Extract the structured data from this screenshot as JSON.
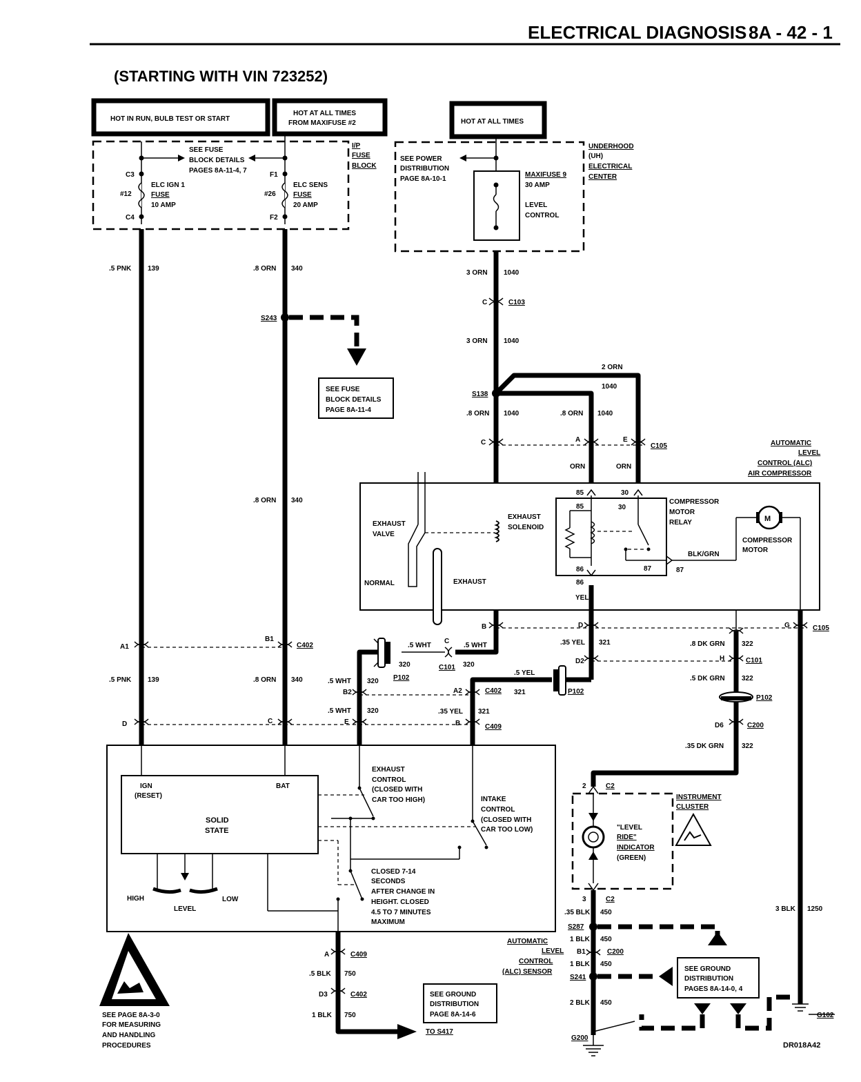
{
  "header": {
    "title": "ELECTRICAL DIAGNOSIS",
    "page": "8A - 42 - 1"
  },
  "subtitle": "(STARTING WITH VIN 723252)",
  "power": {
    "run": "HOT IN RUN, BULB TEST OR START",
    "maxifuse_1": "HOT AT ALL TIMES",
    "maxifuse_2": "FROM MAXIFUSE #2",
    "all": "HOT AT ALL TIMES"
  },
  "fuse_block": {
    "label": [
      "I/P",
      "FUSE",
      "BLOCK"
    ],
    "see": [
      "SEE FUSE",
      "BLOCK DETAILS",
      "PAGES 8A-11-4, 7"
    ],
    "fuse12": {
      "top": "C3",
      "bottom": "C4",
      "num": "#12",
      "name": [
        "ELC IGN 1",
        "FUSE",
        "10 AMP"
      ]
    },
    "fuse26": {
      "top": "F1",
      "bottom": "F2",
      "num": "#26",
      "name": [
        "ELC SENS",
        "FUSE",
        "20 AMP"
      ]
    }
  },
  "uh": {
    "label": [
      "UNDERHOOD",
      "(UH)",
      "ELECTRICAL",
      "CENTER"
    ],
    "see": [
      "SEE POWER",
      "DISTRIBUTION",
      "PAGE 8A-10-1"
    ],
    "maxifuse": [
      "MAXIFUSE 9",
      "30 AMP"
    ],
    "fuse_name": [
      "LEVEL",
      "CONTROL"
    ]
  },
  "wires": {
    "pnk139": ".5 PNK",
    "n139": "139",
    "orn340": ".8 ORN",
    "n340": "340",
    "orn1040_3": "3 ORN",
    "n1040": "1040",
    "orn1040_2": "2 ORN",
    "orn1040_08": ".8 ORN",
    "orn": "ORN",
    "yel": "YEL",
    "blkgrn": "BLK/GRN",
    "wht320_35": ".5 WHT",
    "n320": "320",
    "yel35": ".35 YEL",
    "n321": "321",
    "yel5": ".5 YEL",
    "dkgrn8": ".8 DK GRN",
    "n322": "322",
    "dkgrn5": ".5 DK GRN",
    "dkgrn35": ".35 DK GRN",
    "blk35": ".35 BLK",
    "n450": "450",
    "blk1": "1 BLK",
    "blk2": "2 BLK",
    "blk3": "3 BLK",
    "n1250": "1250",
    "blk5": ".5 BLK",
    "n750": "750"
  },
  "splices": {
    "s243": "S243",
    "s138": "S138",
    "s287": "S287",
    "s241": "S241"
  },
  "connectors": {
    "c103": "C103",
    "c105": "C105",
    "c101": "C101",
    "c402": "C402",
    "c409": "C409",
    "c2": "C2",
    "c200": "C200",
    "p102": "P102",
    "A": "A",
    "B": "B",
    "C": "C",
    "D": "D",
    "E": "E",
    "G": "G",
    "H": "H",
    "A1": "A1",
    "B1": "B1",
    "B2": "B2",
    "A2": "A2",
    "D2": "D2",
    "D3": "D3",
    "D6": "D6",
    "n2": "2",
    "n3": "3"
  },
  "see_fuse_box": [
    "SEE FUSE",
    "BLOCK DETAILS",
    "PAGE 8A-11-4"
  ],
  "alc_comp": {
    "label": [
      "AUTOMATIC",
      "LEVEL",
      "CONTROL (ALC)",
      "AIR COMPRESSOR"
    ],
    "exhaust_valve": [
      "EXHAUST",
      "VALVE"
    ],
    "normal": "NORMAL",
    "exhaust": "EXHAUST",
    "solenoid": [
      "EXHAUST",
      "SOLENOID"
    ],
    "relay": [
      "COMPRESSOR",
      "MOTOR",
      "RELAY"
    ],
    "motor": [
      "COMPRESSOR",
      "MOTOR"
    ],
    "motor_symbol": "M",
    "pins": {
      "p85": "85",
      "p86": "86",
      "p30": "30",
      "p87": "87"
    }
  },
  "sensor": {
    "label": [
      "AUTOMATIC",
      "LEVEL",
      "CONTROL",
      "(ALC) SENSOR"
    ],
    "ign": [
      "IGN",
      "(RESET)"
    ],
    "bat": "BAT",
    "solid": [
      "SOLID",
      "STATE"
    ],
    "high": "HIGH",
    "level": "LEVEL",
    "low": "LOW",
    "exh_ctl": [
      "EXHAUST",
      "CONTROL",
      "(CLOSED WITH",
      "CAR TOO HIGH)"
    ],
    "int_ctl": [
      "INTAKE",
      "CONTROL",
      "(CLOSED WITH",
      "CAR TOO LOW)"
    ],
    "closed": [
      "CLOSED 7-14",
      "SECONDS",
      "AFTER CHANGE IN",
      "HEIGHT.  CLOSED",
      "4.5 TO 7 MINUTES",
      "MAXIMUM"
    ]
  },
  "cluster": {
    "label": [
      "INSTRUMENT",
      "CLUSTER"
    ],
    "ind": [
      "\"LEVEL",
      "RIDE\"",
      "INDICATOR",
      "(GREEN)"
    ]
  },
  "ground": {
    "see": [
      "SEE GROUND",
      "DISTRIBUTION",
      "PAGES 8A-14-0, 4"
    ],
    "see2": [
      "SEE GROUND",
      "DISTRIBUTION",
      "PAGE 8A-14-6"
    ],
    "to": "TO S417",
    "g200": "G200",
    "g102": "G102"
  },
  "esd": [
    "SEE PAGE 8A-3-0",
    "FOR MEASURING",
    "AND HANDLING",
    "PROCEDURES"
  ],
  "doc_id": "DR018A42"
}
